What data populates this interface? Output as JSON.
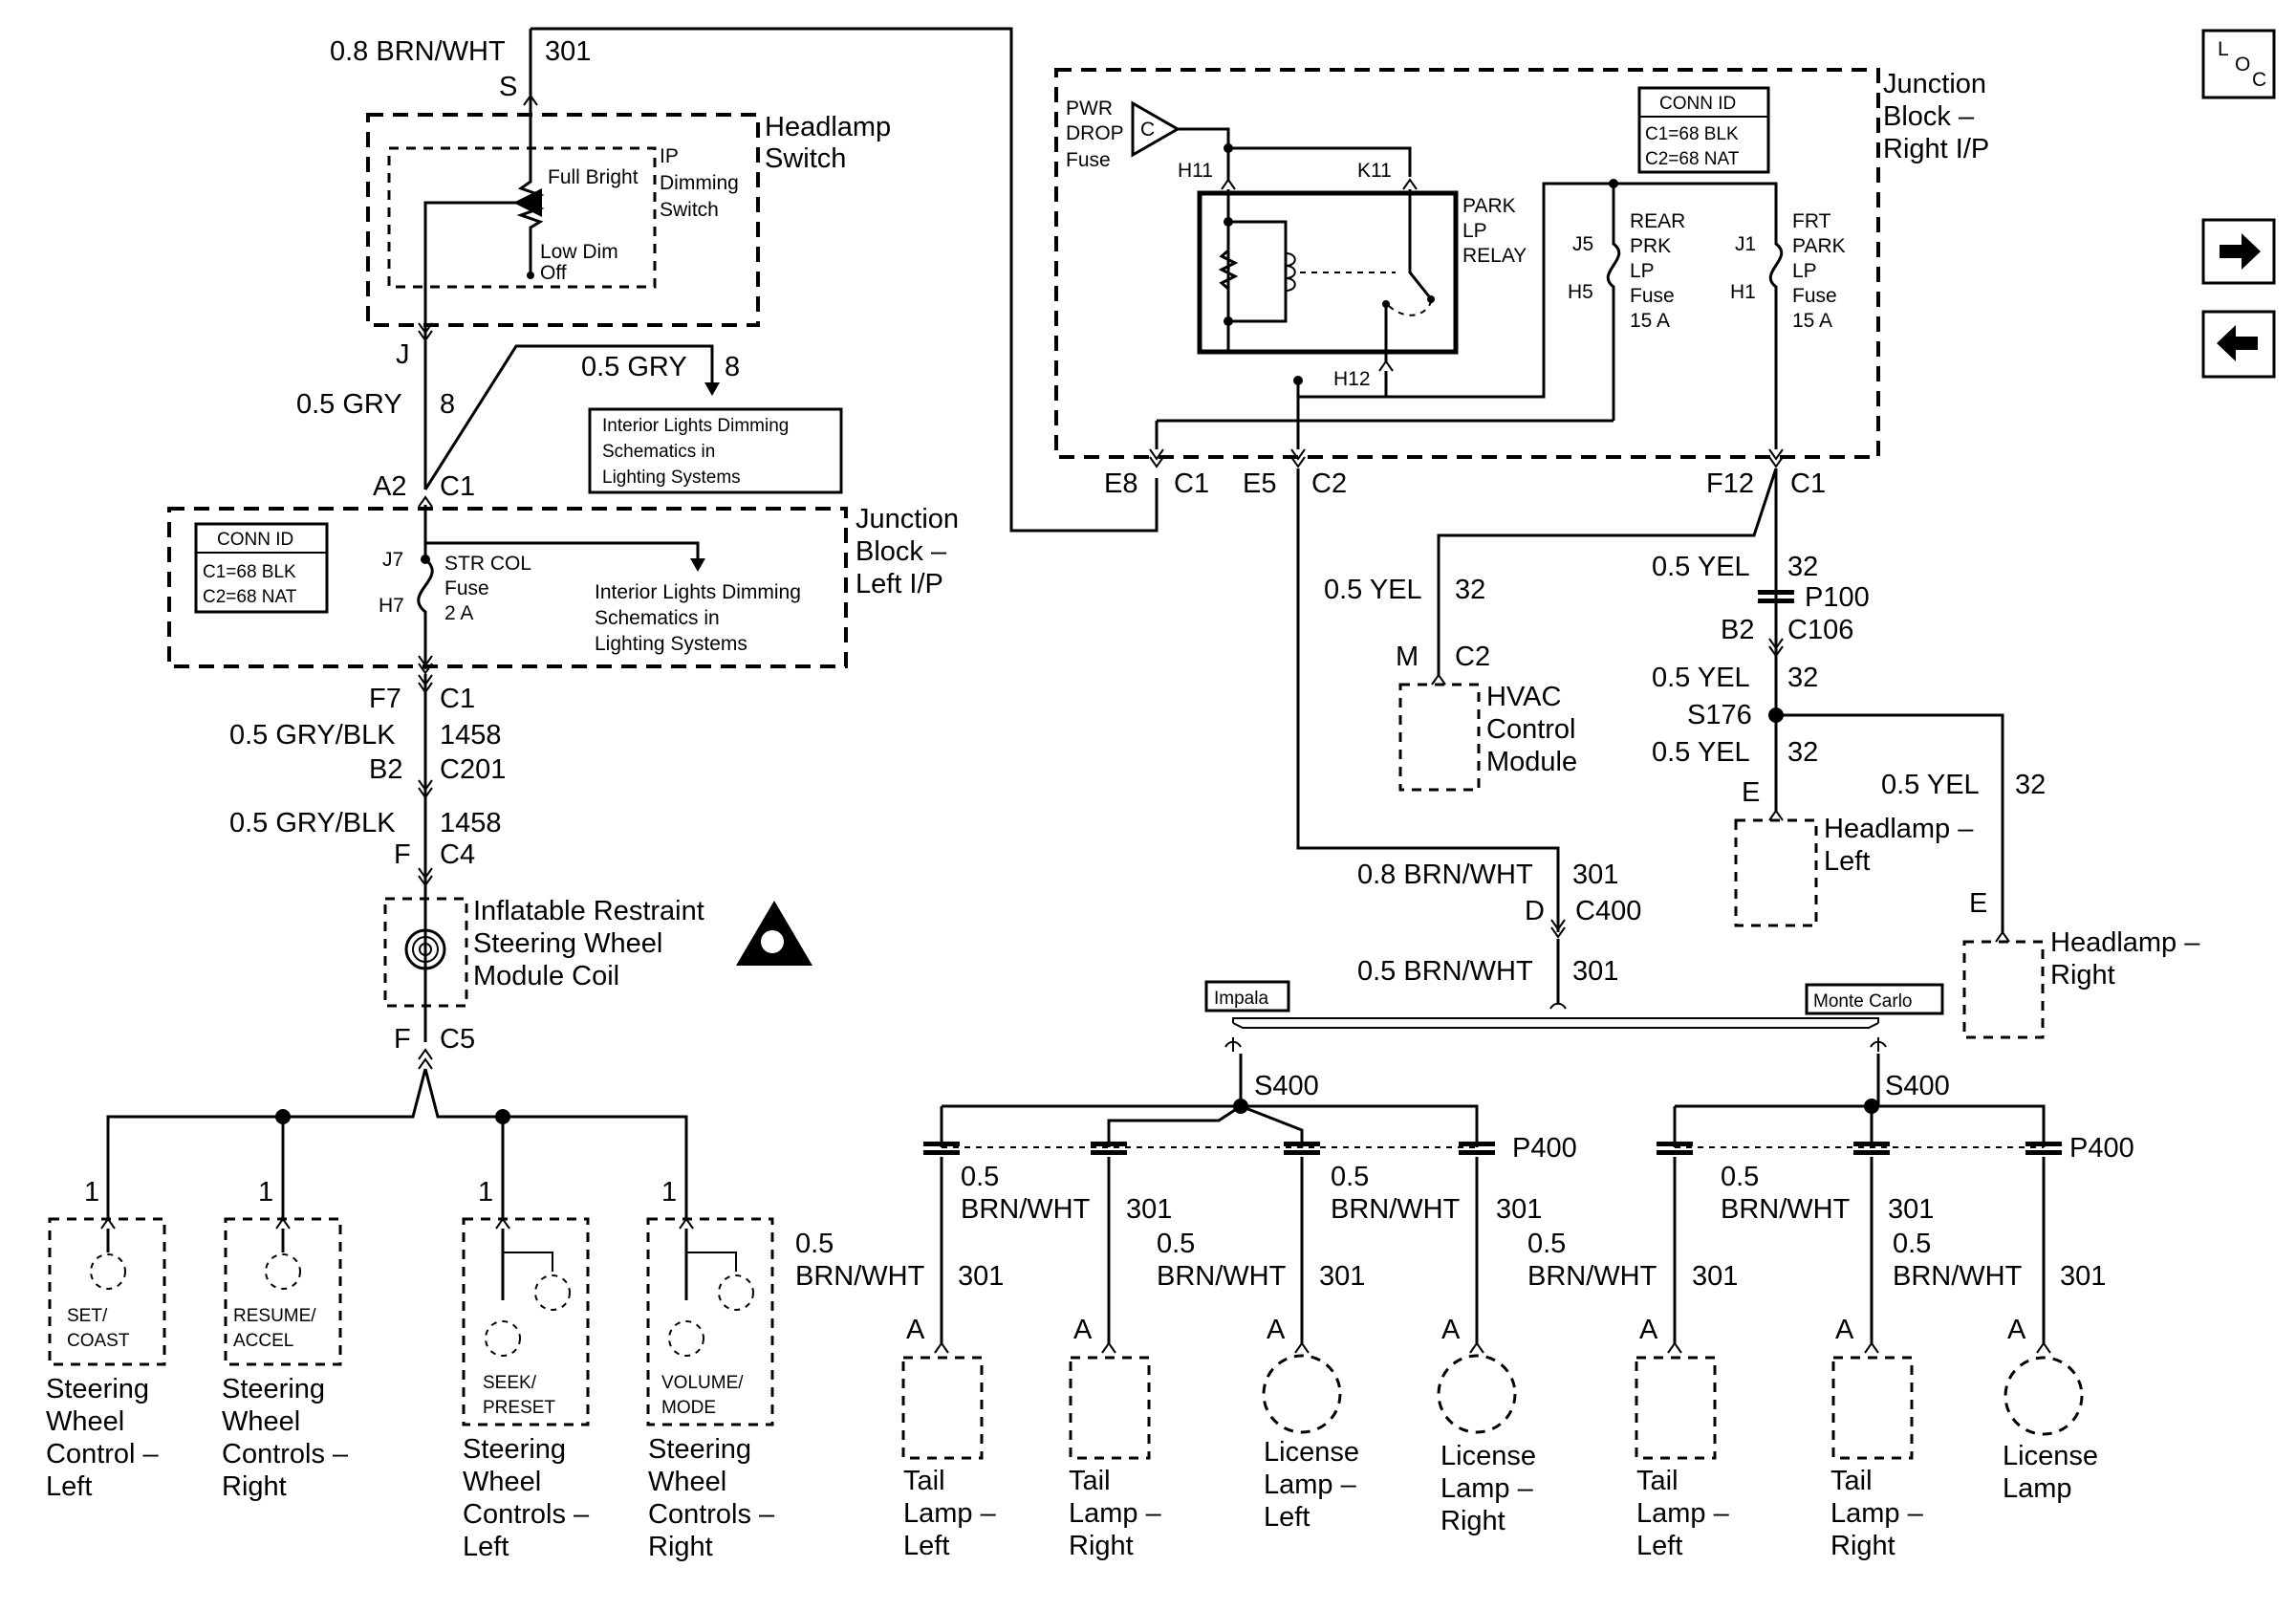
{
  "nav": {
    "loc_l": "L",
    "loc_o": "O",
    "loc_c": "C",
    "next_icon": "right-arrow-icon",
    "prev_icon": "left-arrow-icon"
  },
  "top_wire": {
    "gauge": "0.8 BRN/WHT",
    "circuit": "301",
    "pin": "S"
  },
  "headlamp_switch": {
    "title_1": "Headlamp",
    "title_2": "Switch",
    "ip_1": "IP",
    "ip_2": "Dimming",
    "ip_3": "Switch",
    "full_bright": "Full Bright",
    "low_dim": "Low Dim",
    "off": "Off",
    "pin_j": "J"
  },
  "gry_wire": {
    "gauge": "0.5 GRY",
    "circuit": "8"
  },
  "gry_branch": {
    "gauge": "0.5 GRY",
    "circuit": "8"
  },
  "interior_ref_1": {
    "line1": "Interior Lights Dimming",
    "line2": "Schematics in",
    "line3": "Lighting Systems"
  },
  "jb_left": {
    "pin_a2": "A2",
    "conn_c1": "C1",
    "conn_id": "CONN ID",
    "c1": "C1=68 BLK",
    "c2": "C2=68 NAT",
    "j7": "J7",
    "h7": "H7",
    "fuse_1": "STR COL",
    "fuse_2": "Fuse",
    "fuse_3": "2 A",
    "ref_1": "Interior Lights Dimming",
    "ref_2": "Schematics in",
    "ref_3": "Lighting Systems",
    "title_1": "Junction",
    "title_2": "Block –",
    "title_3": "Left I/P"
  },
  "left_chain": {
    "f7": "F7",
    "c1": "C1",
    "gauge_1": "0.5 GRY/BLK",
    "circuit_1": "1458",
    "b2": "B2",
    "c201": "C201",
    "gauge_2": "0.5 GRY/BLK",
    "circuit_2": "1458",
    "f": "F",
    "c4": "C4",
    "coil_1": "Inflatable Restraint",
    "coil_2": "Steering Wheel",
    "coil_3": "Module Coil",
    "f5": "F",
    "c5": "C5"
  },
  "steering_controls": [
    {
      "pin": "1",
      "switch_1": "SET/",
      "switch_2": "COAST",
      "name_1": "Steering",
      "name_2": "Wheel",
      "name_3": "Control –",
      "name_4": "Left"
    },
    {
      "pin": "1",
      "switch_1": "RESUME/",
      "switch_2": "ACCEL",
      "name_1": "Steering",
      "name_2": "Wheel",
      "name_3": "Controls –",
      "name_4": "Right"
    },
    {
      "pin": "1",
      "switch_1": "SEEK/",
      "switch_2": "PRESET",
      "name_1": "Steering",
      "name_2": "Wheel",
      "name_3": "Controls –",
      "name_4": "Left"
    },
    {
      "pin": "1",
      "switch_1": "VOLUME/",
      "switch_2": "MODE",
      "name_1": "Steering",
      "name_2": "Wheel",
      "name_3": "Controls –",
      "name_4": "Right"
    }
  ],
  "jb_right": {
    "pwr_1": "PWR",
    "pwr_2": "DROP",
    "pwr_3": "Fuse",
    "pwr_c": "C",
    "h11": "H11",
    "k11": "K11",
    "h12": "H12",
    "relay_1": "PARK",
    "relay_2": "LP",
    "relay_3": "RELAY",
    "conn_id": "CONN ID",
    "c1": "C1=68 BLK",
    "c2": "C2=68 NAT",
    "title_1": "Junction",
    "title_2": "Block –",
    "title_3": "Right I/P",
    "j5": "J5",
    "h5": "H5",
    "rear_1": "REAR",
    "rear_2": "PRK",
    "rear_3": "LP",
    "rear_4": "Fuse",
    "rear_5": "15 A",
    "j1": "J1",
    "h1": "H1",
    "frt_1": "FRT",
    "frt_2": "PARK",
    "frt_3": "LP",
    "frt_4": "Fuse",
    "frt_5": "15 A",
    "e8": "E8",
    "e8_c1": "C1",
    "e5": "E5",
    "e5_c2": "C2",
    "f12": "F12",
    "f12_c1": "C1"
  },
  "hvac": {
    "gauge": "0.5 YEL",
    "circuit": "32",
    "pin": "M",
    "conn": "C2",
    "name_1": "HVAC",
    "name_2": "Control",
    "name_3": "Module"
  },
  "front_lamps": {
    "gauge_1": "0.5 YEL",
    "circuit_1": "32",
    "p100": "P100",
    "b2": "B2",
    "c106": "C106",
    "gauge_2": "0.5 YEL",
    "circuit_2": "32",
    "s176": "S176",
    "gauge_3": "0.5 YEL",
    "circuit_3": "32",
    "gauge_4": "0.5 YEL",
    "circuit_4": "32",
    "left_pin": "E",
    "left_1": "Headlamp –",
    "left_2": "Left",
    "right_pin": "E",
    "right_1": "Headlamp –",
    "right_2": "Right"
  },
  "rear_feed": {
    "gauge_1": "0.8 BRN/WHT",
    "circuit_1": "301",
    "pin": "D",
    "conn": "C400",
    "gauge_2": "0.5 BRN/WHT",
    "circuit_2": "301",
    "impala": "Impala",
    "monte_carlo": "Monte Carlo",
    "s400_a": "S400",
    "s400_b": "S400",
    "p400_a": "P400",
    "p400_b": "P400"
  },
  "rear_lamps": [
    {
      "gauge": "0.5",
      "gauge_2": "BRN/WHT",
      "circuit": "301",
      "pin": "A",
      "name_1": "Tail",
      "name_2": "Lamp –",
      "name_3": "Left"
    },
    {
      "gauge": "0.5",
      "gauge_2": "BRN/WHT",
      "circuit": "301",
      "pin": "A",
      "name_1": "Tail",
      "name_2": "Lamp –",
      "name_3": "Right"
    },
    {
      "gauge": "0.5",
      "gauge_2": "BRN/WHT",
      "circuit": "301",
      "pin": "A",
      "name_1": "License",
      "name_2": "Lamp –",
      "name_3": "Left"
    },
    {
      "gauge": "0.5",
      "gauge_2": "BRN/WHT",
      "circuit": "301",
      "pin": "A",
      "name_1": "License",
      "name_2": "Lamp –",
      "name_3": "Right"
    },
    {
      "gauge": "0.5",
      "gauge_2": "BRN/WHT",
      "circuit": "301",
      "pin": "A",
      "name_1": "Tail",
      "name_2": "Lamp –",
      "name_3": "Left"
    },
    {
      "gauge": "0.5",
      "gauge_2": "BRN/WHT",
      "circuit": "301",
      "pin": "A",
      "name_1": "Tail",
      "name_2": "Lamp –",
      "name_3": "Right"
    },
    {
      "gauge": "0.5",
      "gauge_2": "BRN/WHT",
      "circuit": "301",
      "pin": "A",
      "name_1": "License",
      "name_2": "Lamp",
      "name_3": ""
    }
  ]
}
